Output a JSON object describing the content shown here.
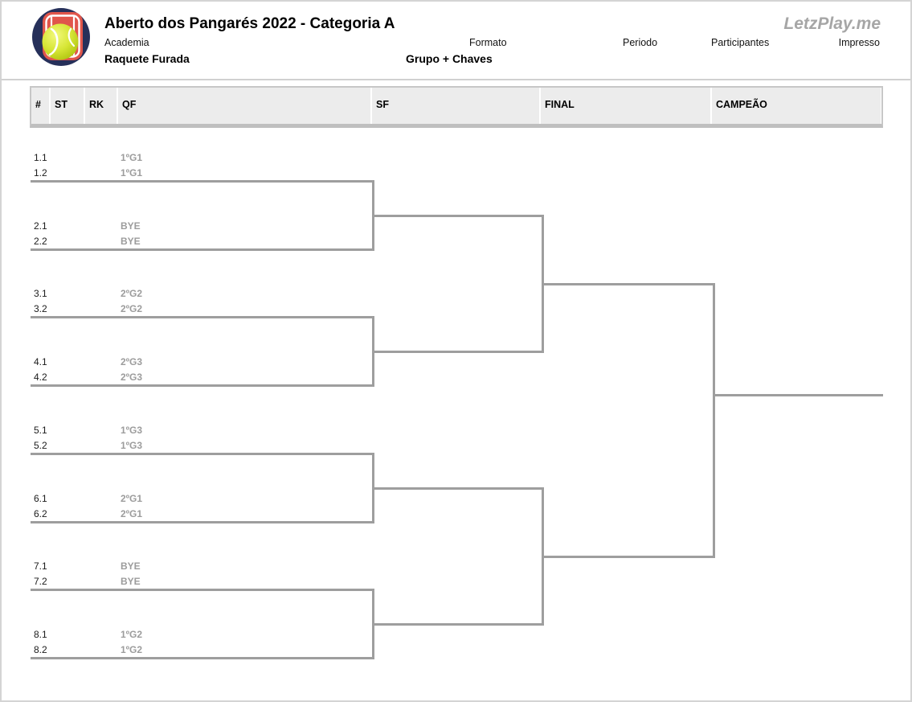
{
  "page": {
    "brand": "LetzPlay.me"
  },
  "header": {
    "title": "Aberto dos Pangarés 2022 - Categoria A",
    "logo": {
      "icon": "tennis-ball-court-logo"
    },
    "fields": [
      {
        "label": "Academia",
        "value": "Raquete Furada"
      },
      {
        "label": "Formato",
        "value": "Grupo + Chaves"
      },
      {
        "label": "Periodo",
        "value": ""
      },
      {
        "label": "Participantes",
        "value": ""
      },
      {
        "label": "Impresso",
        "value": ""
      }
    ]
  },
  "table": {
    "columns": [
      "#",
      "ST",
      "RK",
      "QF",
      "SF",
      "FINAL",
      "CAMPEÃO"
    ]
  },
  "bracket": {
    "rounds": [
      "QF",
      "SF",
      "FINAL",
      "CAMPEÃO"
    ],
    "pairs": [
      {
        "seed_top": "1.1",
        "seed_bottom": "1.2",
        "label_top": "1ºG1",
        "label_bottom": "1ºG1"
      },
      {
        "seed_top": "2.1",
        "seed_bottom": "2.2",
        "label_top": "BYE",
        "label_bottom": "BYE"
      },
      {
        "seed_top": "3.1",
        "seed_bottom": "3.2",
        "label_top": "2ºG2",
        "label_bottom": "2ºG2"
      },
      {
        "seed_top": "4.1",
        "seed_bottom": "4.2",
        "label_top": "2ºG3",
        "label_bottom": "2ºG3"
      },
      {
        "seed_top": "5.1",
        "seed_bottom": "5.2",
        "label_top": "1ºG3",
        "label_bottom": "1ºG3"
      },
      {
        "seed_top": "6.1",
        "seed_bottom": "6.2",
        "label_top": "2ºG1",
        "label_bottom": "2ºG1"
      },
      {
        "seed_top": "7.1",
        "seed_bottom": "7.2",
        "label_top": "BYE",
        "label_bottom": "BYE"
      },
      {
        "seed_top": "8.1",
        "seed_bottom": "8.2",
        "label_top": "1ºG2",
        "label_bottom": "1ºG2"
      }
    ]
  },
  "colors": {
    "bracket_line": "#9e9e9e",
    "slot_label": "#9c9c9c",
    "header_cell_bg": "#ececec",
    "brand_gray": "#a6a6a6",
    "logo_navy": "#26305a",
    "logo_red": "#e0564b",
    "ball_green": "#c3d91c"
  }
}
